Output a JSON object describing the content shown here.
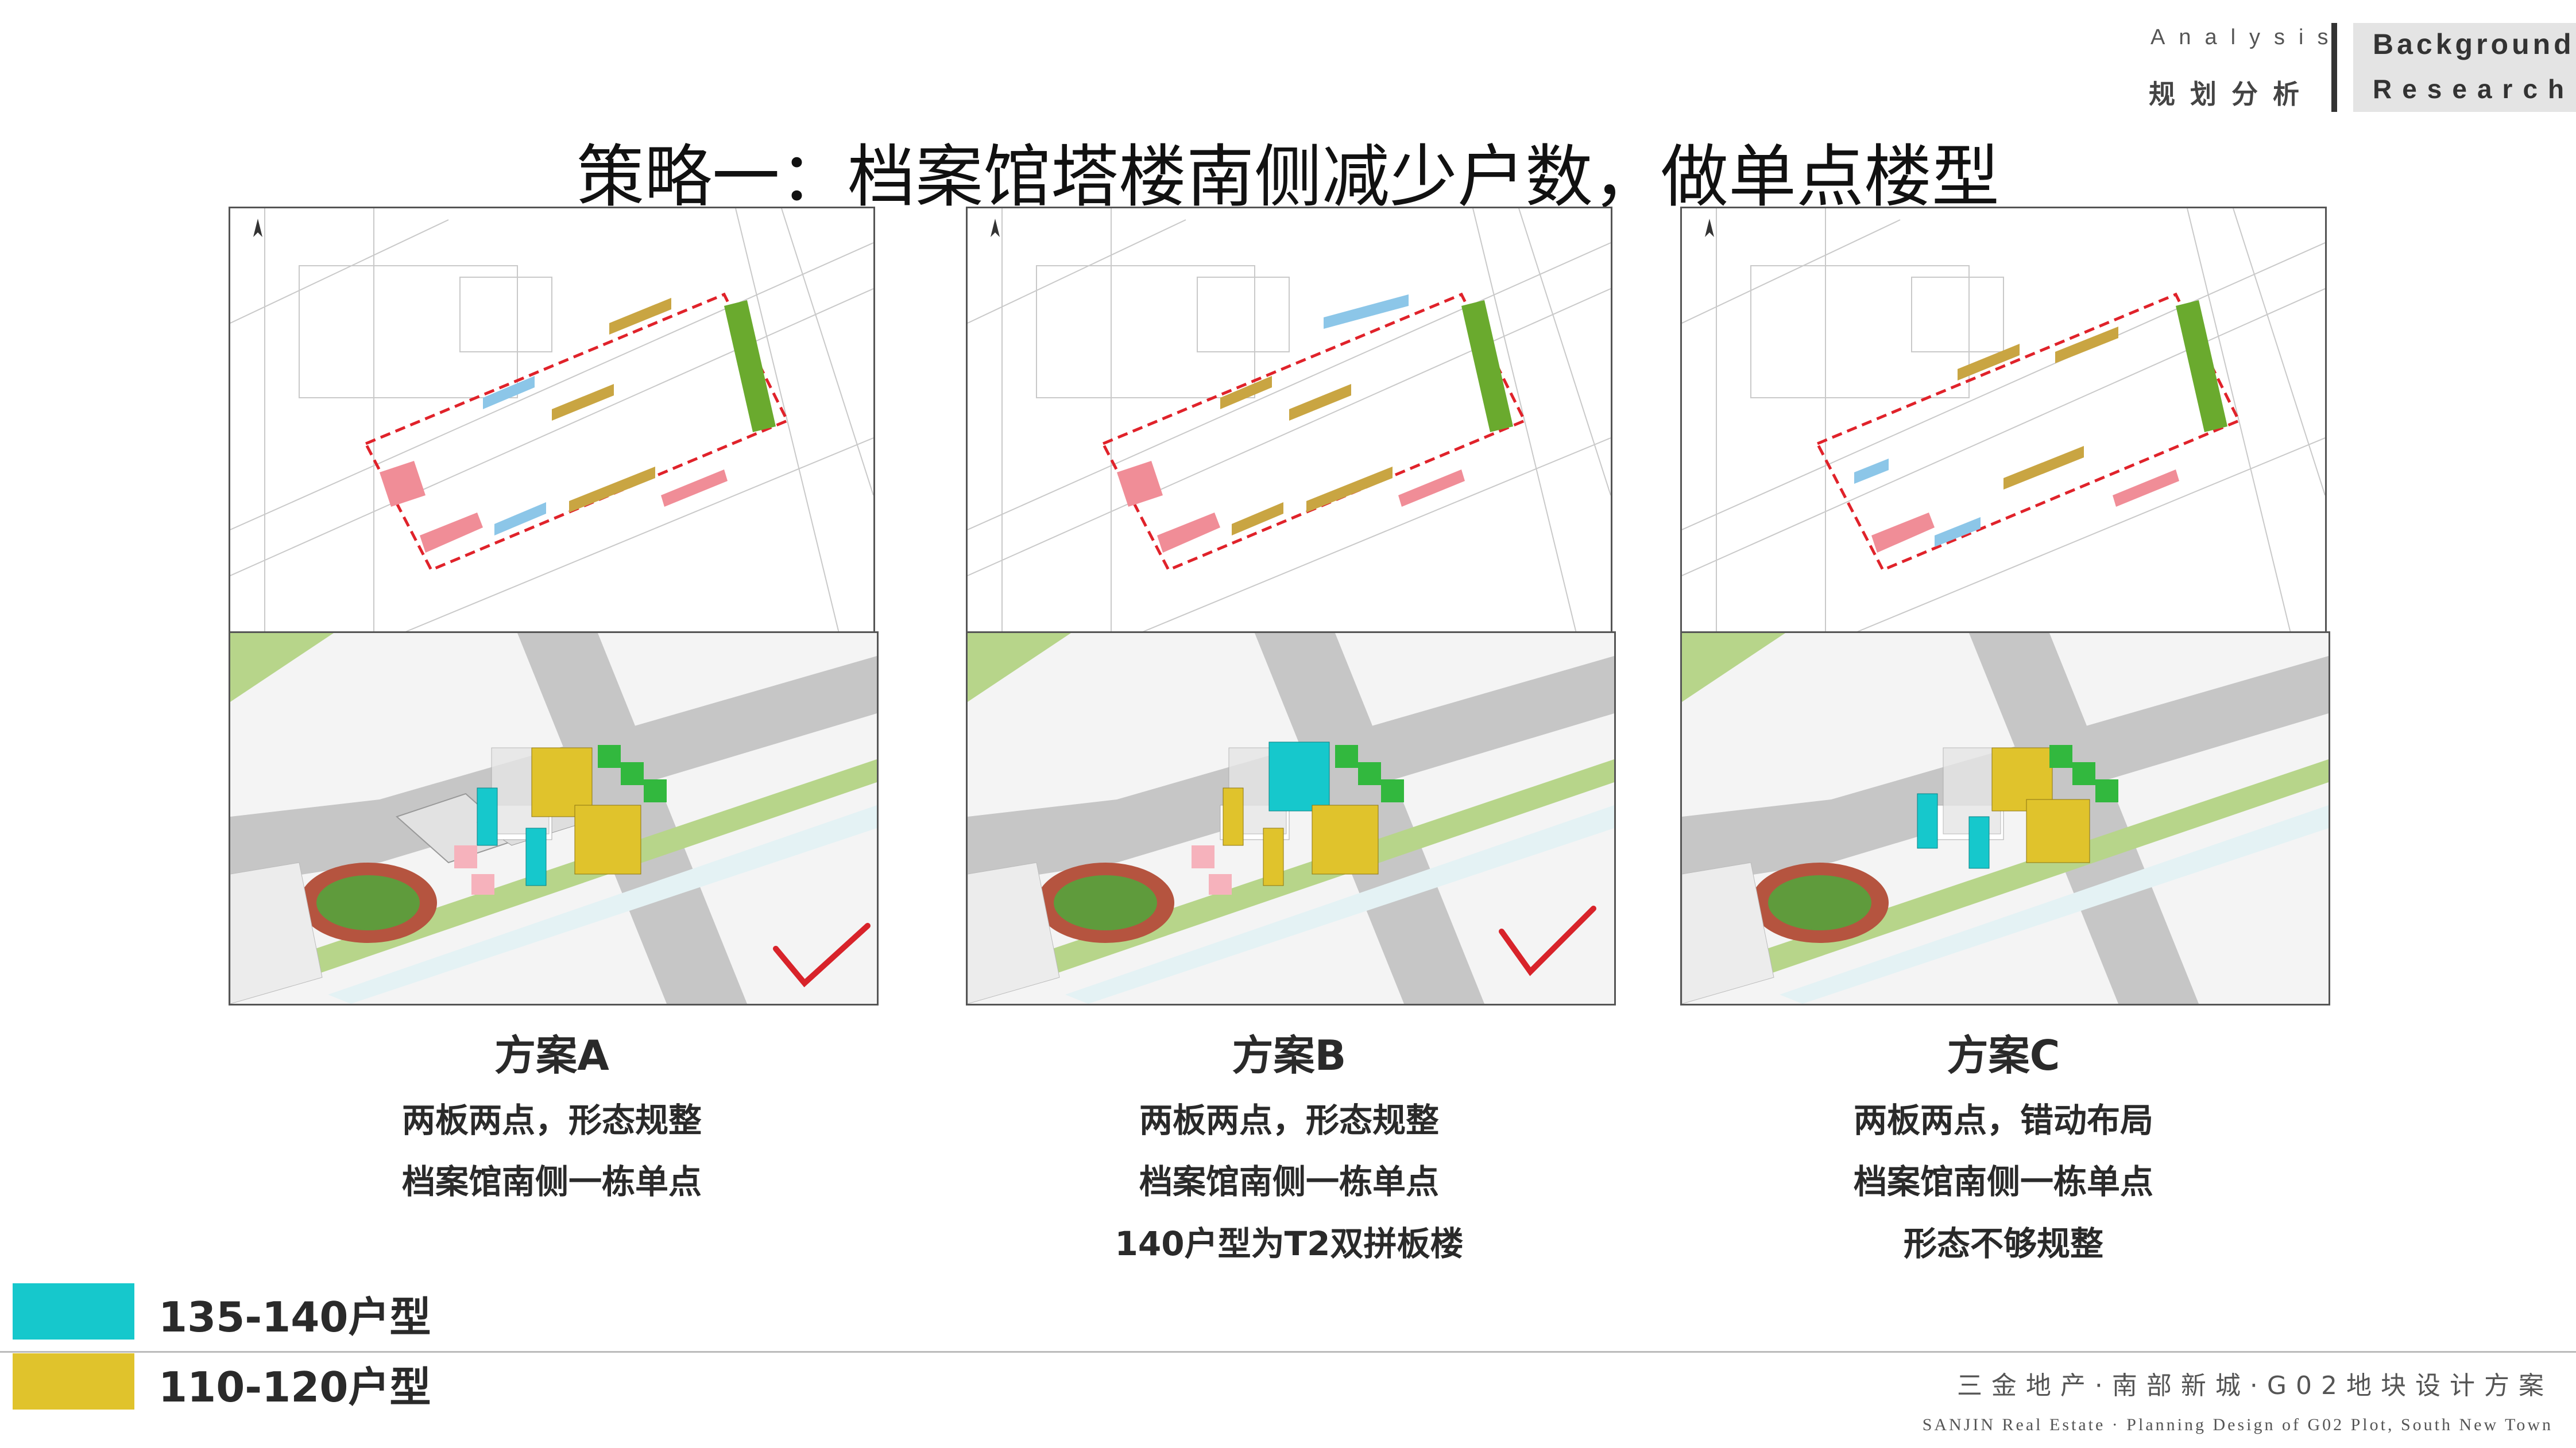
{
  "header": {
    "analysis_en": "Analysis",
    "analysis_cn": "规划分析",
    "right_line1": "Background",
    "right_line2": "Research"
  },
  "title": "策略一：档案馆塔楼南侧减少户数，做单点楼型",
  "schemes": [
    {
      "name": "方案A",
      "lines": [
        "两板两点，形态规整",
        "档案馆南侧一栋单点"
      ],
      "checked": true
    },
    {
      "name": "方案B",
      "lines": [
        "两板两点，形态规整",
        "档案馆南侧一栋单点",
        "140户型为T2双拼板楼"
      ],
      "checked": true
    },
    {
      "name": "方案C",
      "lines": [
        "两板两点，错动布局",
        "档案馆南侧一栋单点",
        "形态不够规整"
      ],
      "checked": false
    }
  ],
  "legend": [
    {
      "label": "135-140户型",
      "color": "#16c8cc"
    },
    {
      "label": "110-120户型",
      "color": "#e0c32c"
    }
  ],
  "colors": {
    "cyan_unit": "#16c8cc",
    "gold_unit": "#e0c32c",
    "plan_cyan": "#8cc6e8",
    "plan_gold": "#c9a542",
    "plan_green": "#6aaa2e",
    "plan_pink": "#f08d97",
    "road": "#bfbfbf",
    "greenbelt": "#b7d58a",
    "water": "#e4f2f4",
    "check": "#d8232a"
  },
  "icons": [
    "north-arrow-icon",
    "check-mark-icon"
  ],
  "footer": {
    "cn": "三金地产·南部新城·G02地块设计方案",
    "en": "SANJIN Real Estate · Planning Design of G02 Plot, South New Town"
  }
}
